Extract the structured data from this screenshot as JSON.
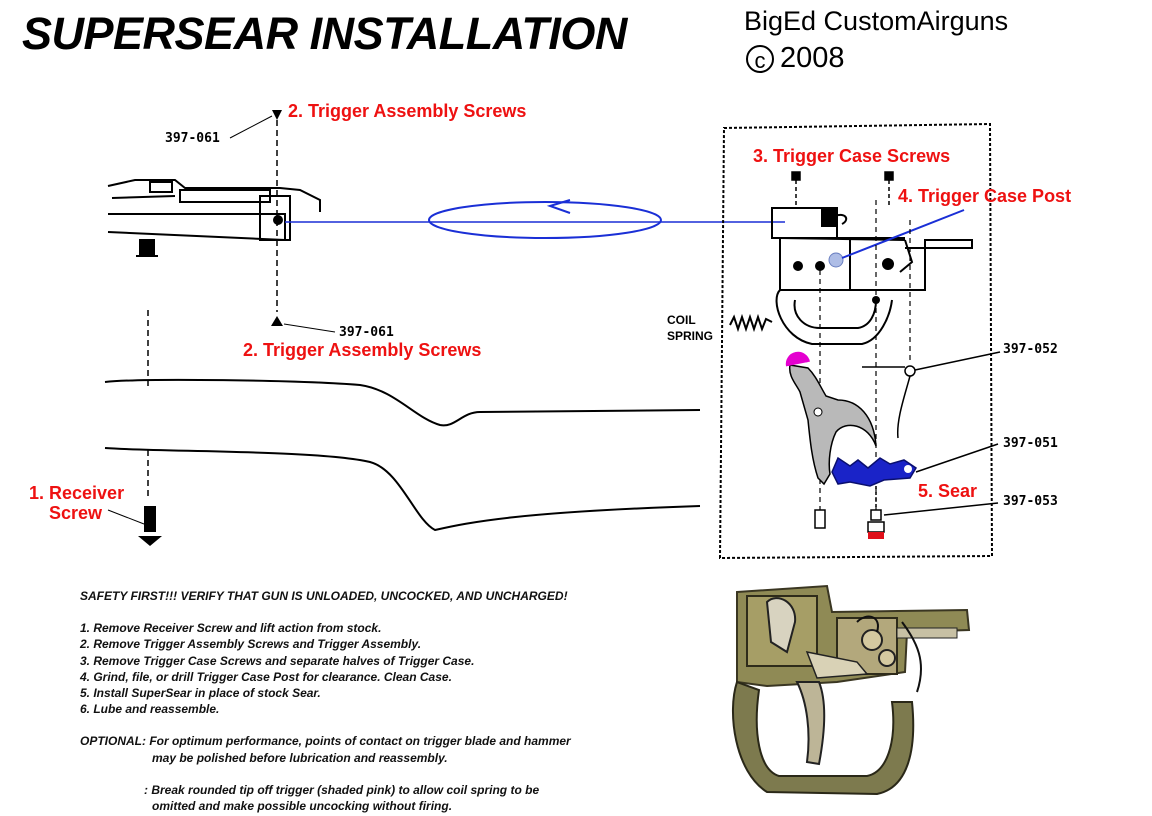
{
  "title": "SUPERSEAR INSTALLATION",
  "brand": "BigEd CustomAirguns",
  "copyright": "2008",
  "labels": {
    "trigger_assembly_screws_top": "2. Trigger Assembly Screws",
    "trigger_assembly_screws_bottom": "2. Trigger Assembly Screws",
    "receiver_screw_line1": "1. Receiver",
    "receiver_screw_line2": "Screw",
    "trigger_case_screws": "3. Trigger Case Screws",
    "trigger_case_post": "4. Trigger Case Post",
    "sear": "5. Sear",
    "coil_line1": "COIL",
    "coil_line2": "SPRING"
  },
  "part_numbers": {
    "top_screw": "397-061",
    "bottom_screw": "397-061",
    "spring_pin": "397-052",
    "sear": "397-051",
    "sear_plunger": "397-053"
  },
  "instructions": {
    "safety": "SAFETY FIRST!!!  VERIFY THAT GUN IS UNLOADED, UNCOCKED, AND UNCHARGED!",
    "steps": [
      "1. Remove Receiver Screw and lift action from stock.",
      "2. Remove Trigger Assembly Screws and Trigger Assembly.",
      "3. Remove Trigger Case Screws and separate halves of Trigger Case.",
      "4. Grind, file, or drill Trigger Case Post for clearance.  Clean Case.",
      "5. Install SuperSear in place of stock Sear.",
      "6. Lube and reassemble."
    ],
    "optional_1a": "OPTIONAL: For optimum performance, points of contact on trigger blade and hammer",
    "optional_1b": "may be polished before lubrication and reassembly.",
    "optional_2a": ": Break rounded tip off trigger (shaded pink) to allow coil spring to be",
    "optional_2b": "omitted and make possible uncocking without firing."
  },
  "colors": {
    "label_red": "#ee1111",
    "arrow_blue": "#1a2fd6",
    "sear_blue": "#1a23c8",
    "tip_pink": "#e400cf",
    "post_blue": "#aebde6",
    "plunger_red": "#e0101a"
  }
}
